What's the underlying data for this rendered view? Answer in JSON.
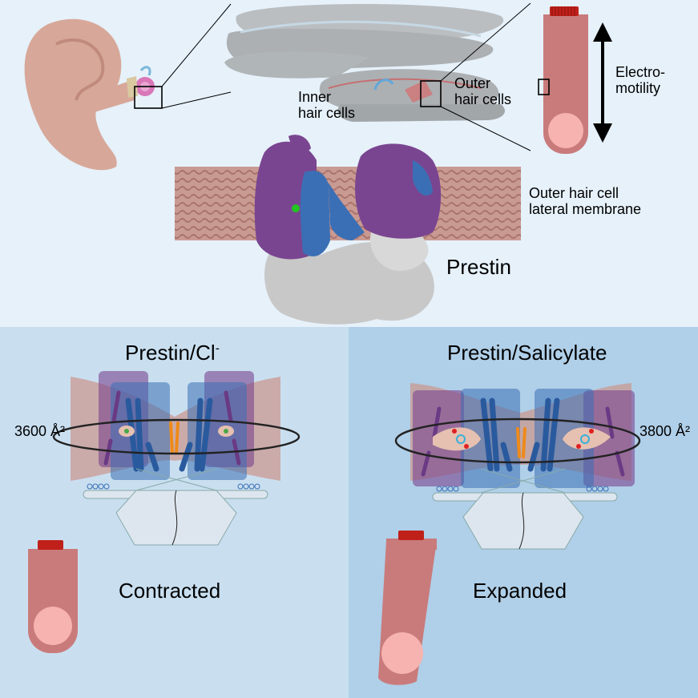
{
  "labels": {
    "inner_hair_cells": [
      "Inner",
      "hair cells"
    ],
    "outer_hair_cells": [
      "Outer",
      "hair cells"
    ],
    "electromotility": [
      "Electro-",
      "motility"
    ],
    "membrane": [
      "Outer hair cell",
      "lateral membrane"
    ],
    "prestin": "Prestin"
  },
  "panels": {
    "left": {
      "title": "Prestin/Cl",
      "title_sup": "-",
      "area": "3600 Å²",
      "state": "Contracted"
    },
    "right": {
      "title": "Prestin/Salicylate",
      "area": "3800 Å²",
      "state": "Expanded"
    }
  },
  "colors": {
    "top_bg": "#e6f1fa",
    "left_bg": "#c9dff0",
    "right_bg": "#b0cfe8",
    "hair_cell": "#c97b7b",
    "hair_cell_tip": "#f6b3b0",
    "stereocilia": "#c0201a",
    "membrane": "#c99a92",
    "prestin_purple": "#7a4590",
    "prestin_blue": "#3b6fb5",
    "prestin_gray": "#c8c8c8",
    "ear": "#d7a899"
  }
}
